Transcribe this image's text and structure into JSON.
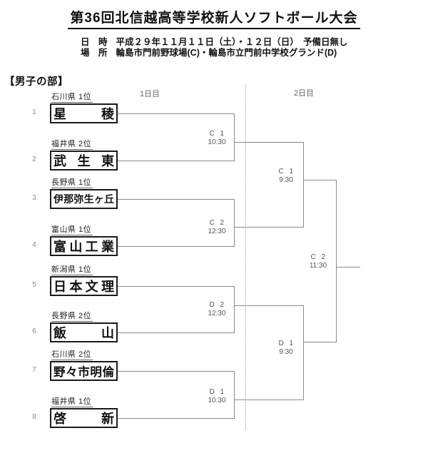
{
  "title": "第36回北信越高等学校新人ソフトボール大会",
  "info": {
    "date_label": "日　時",
    "date": "平成２９年１１月１１日（土）・１２日（日）　予備日無し",
    "venue_label": "場　所",
    "venue": "輪島市門前野球場(C)・輪島市立門前中学校グランド(D)"
  },
  "section": "【男子の部】",
  "days": [
    "1日目",
    "2日目"
  ],
  "teams": [
    {
      "seed": "1",
      "pref": "石川県 1位",
      "name": "星稜"
    },
    {
      "seed": "2",
      "pref": "福井県 2位",
      "name": "武生東"
    },
    {
      "seed": "3",
      "pref": "長野県 1位",
      "name": "伊那弥生ヶ丘"
    },
    {
      "seed": "4",
      "pref": "富山県 1位",
      "name": "富山工業"
    },
    {
      "seed": "5",
      "pref": "新潟県 1位",
      "name": "日本文理"
    },
    {
      "seed": "6",
      "pref": "長野県 2位",
      "name": "飯山"
    },
    {
      "seed": "7",
      "pref": "石川県 2位",
      "name": "野々市明倫"
    },
    {
      "seed": "8",
      "pref": "福井県 1位",
      "name": "啓新"
    }
  ],
  "round1": [
    {
      "court": "C 1",
      "time": "10:30"
    },
    {
      "court": "C 2",
      "time": "12:30"
    },
    {
      "court": "D 2",
      "time": "12:30"
    },
    {
      "court": "D 1",
      "time": "10:30"
    }
  ],
  "semifinals": [
    {
      "court": "C 1",
      "time": "9:30"
    },
    {
      "court": "D 1",
      "time": "9:30"
    }
  ],
  "final": {
    "court": "C 2",
    "time": "11:30"
  },
  "colors": {
    "line": "#8a8a8a",
    "box_border": "#1a1a1a",
    "muted_text": "#555"
  }
}
